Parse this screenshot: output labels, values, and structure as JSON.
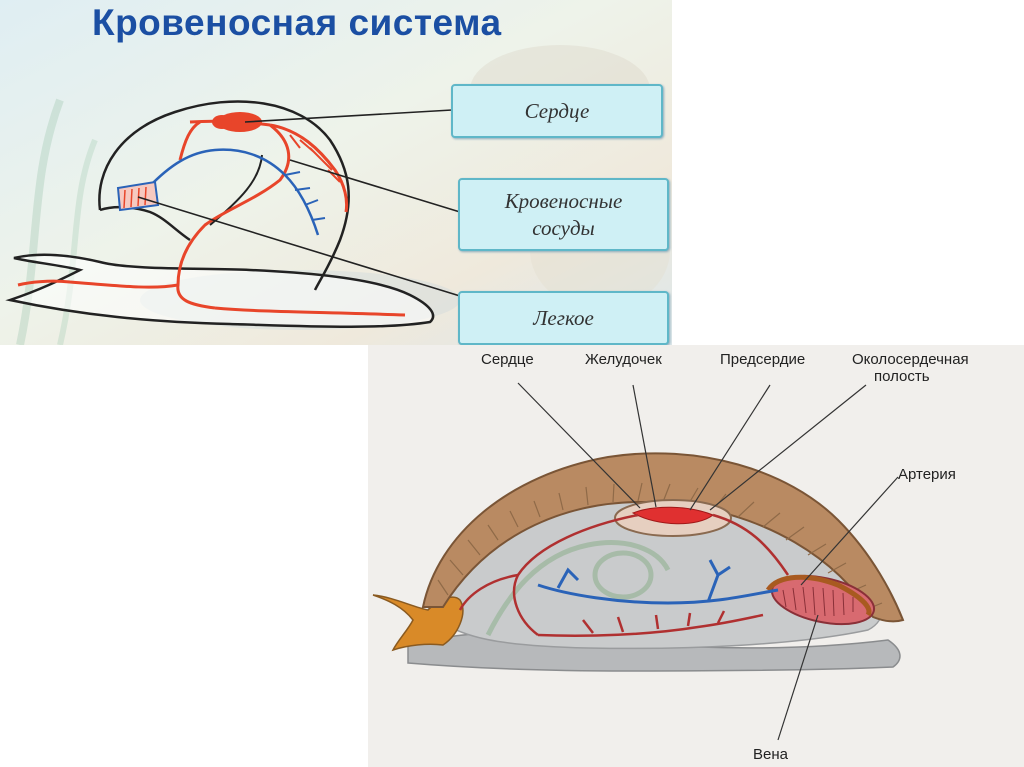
{
  "top": {
    "title": "Кровеносная система",
    "labels": {
      "heart": "Сердце",
      "vessels_line1": "Кровеносные",
      "vessels_line2": "сосуды",
      "lung": "Легкое"
    }
  },
  "bottom": {
    "labels": {
      "heart": "Сердце",
      "ventricle": "Желудочек",
      "atrium": "Предсердие",
      "pericardium_line1": "Околосердечная",
      "pericardium_line2": "полость",
      "artery": "Артерия",
      "vein": "Вена"
    }
  },
  "colors": {
    "title": "#1b4fa3",
    "artery_red": "#e8452a",
    "vein_blue": "#2a63b8",
    "shell_brown": "#b98a62",
    "label_box_bg": "#cff0f5"
  }
}
